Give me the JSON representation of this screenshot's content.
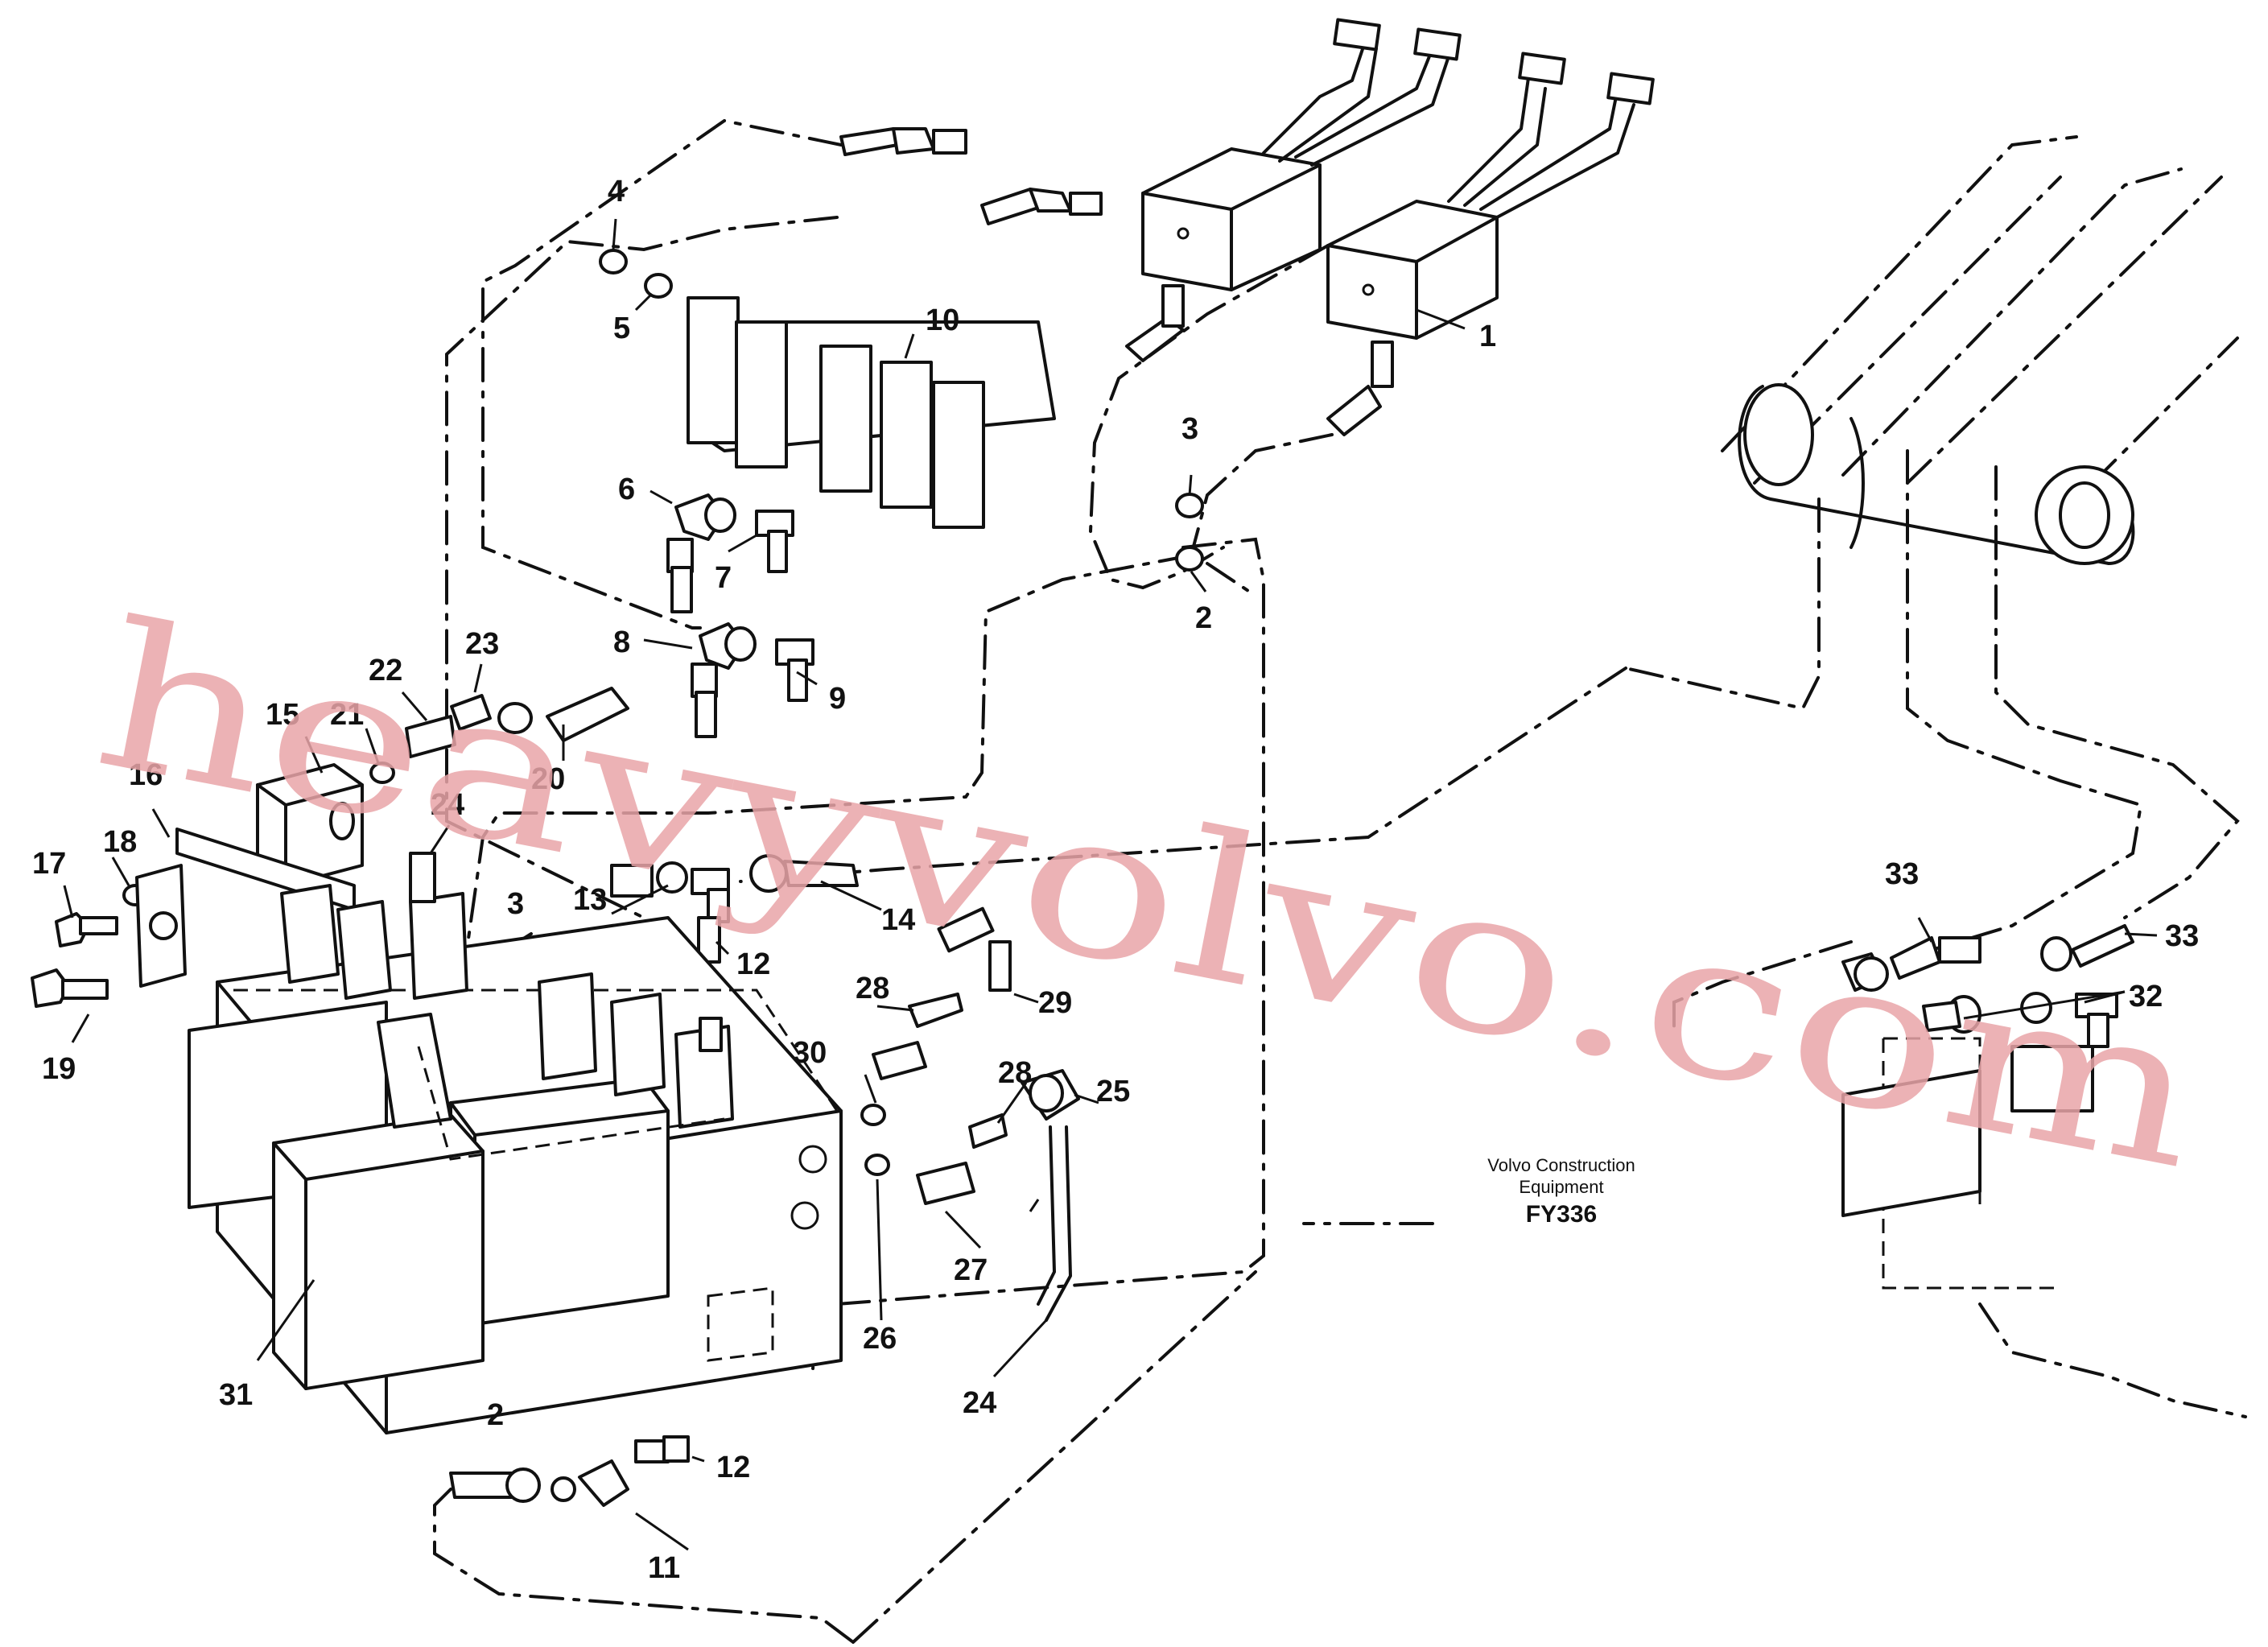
{
  "callouts": [
    {
      "id": "c1",
      "text": "1"
    },
    {
      "id": "c2a",
      "text": "2"
    },
    {
      "id": "c2b",
      "text": "2"
    },
    {
      "id": "c3a",
      "text": "3"
    },
    {
      "id": "c3b",
      "text": "3"
    },
    {
      "id": "c4",
      "text": "4"
    },
    {
      "id": "c5",
      "text": "5"
    },
    {
      "id": "c6",
      "text": "6"
    },
    {
      "id": "c7",
      "text": "7"
    },
    {
      "id": "c8",
      "text": "8"
    },
    {
      "id": "c9",
      "text": "9"
    },
    {
      "id": "c10",
      "text": "10"
    },
    {
      "id": "c11",
      "text": "11"
    },
    {
      "id": "c12a",
      "text": "12"
    },
    {
      "id": "c12b",
      "text": "12"
    },
    {
      "id": "c13",
      "text": "13"
    },
    {
      "id": "c14",
      "text": "14"
    },
    {
      "id": "c15",
      "text": "15"
    },
    {
      "id": "c16",
      "text": "16"
    },
    {
      "id": "c17",
      "text": "17"
    },
    {
      "id": "c18",
      "text": "18"
    },
    {
      "id": "c19",
      "text": "19"
    },
    {
      "id": "c20",
      "text": "20"
    },
    {
      "id": "c21",
      "text": "21"
    },
    {
      "id": "c22",
      "text": "22"
    },
    {
      "id": "c23",
      "text": "23"
    },
    {
      "id": "c24a",
      "text": "24"
    },
    {
      "id": "c24b",
      "text": "24"
    },
    {
      "id": "c25",
      "text": "25"
    },
    {
      "id": "c26",
      "text": "26"
    },
    {
      "id": "c27",
      "text": "27"
    },
    {
      "id": "c28a",
      "text": "28"
    },
    {
      "id": "c28b",
      "text": "28"
    },
    {
      "id": "c29",
      "text": "29"
    },
    {
      "id": "c30",
      "text": "30"
    },
    {
      "id": "c31",
      "text": "31"
    },
    {
      "id": "c32",
      "text": "32"
    },
    {
      "id": "c33a",
      "text": "33"
    },
    {
      "id": "c33b",
      "text": "33"
    }
  ],
  "credit": {
    "line1": "Volvo Construction",
    "line2": "Equipment",
    "code": "FY336"
  },
  "watermark": "heavyvolvo.com"
}
